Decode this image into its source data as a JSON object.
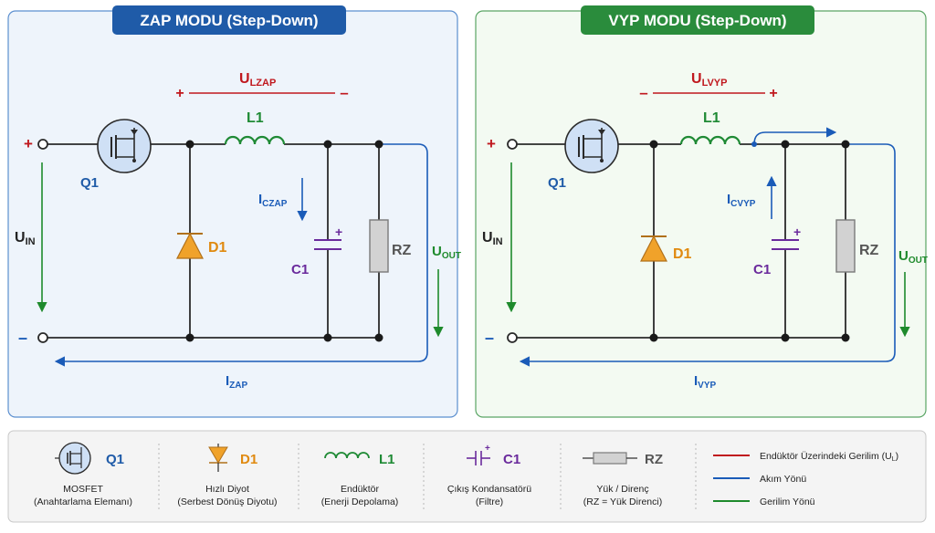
{
  "colors": {
    "voltage_red": "#c0181e",
    "current_blue": "#1a5bb8",
    "voltage_green": "#1e8a2c",
    "inductor_green": "#1f8a35",
    "cap_purple": "#6a2a9c",
    "diode_orange": "#f0a22a",
    "resistor_grey": "#8a8a8a",
    "left_title_bg": "#1f5ba8",
    "right_title_bg": "#2a8c3c",
    "left_panel_bg": "#eef4fb",
    "right_panel_bg": "#f3faf2",
    "wire": "#2a2a2a"
  },
  "left_panel": {
    "title": "ZAP MODU (Step-Down)",
    "ul_main": "U",
    "ul_sub": "LZAP",
    "ul_plus": "+",
    "ul_minus": "–",
    "input_plus": "+",
    "input_minus": "–",
    "uin_main": "U",
    "uin_sub": "IN",
    "q1": "Q1",
    "l1": "L1",
    "d1": "D1",
    "c1": "C1",
    "rz": "RZ",
    "cap_plus": "+",
    "ic_main": "I",
    "ic_sub": "CZAP",
    "uout_main": "U",
    "uout_sub": "OUT",
    "i_main": "I",
    "i_sub": "ZAP"
  },
  "right_panel": {
    "title": "VYP MODU (Step-Down)",
    "ul_main": "U",
    "ul_sub": "LVYP",
    "ul_minus": "–",
    "ul_plus": "+",
    "input_plus": "+",
    "input_minus": "–",
    "uin_main": "U",
    "uin_sub": "IN",
    "q1": "Q1",
    "l1": "L1",
    "d1": "D1",
    "c1": "C1",
    "rz": "RZ",
    "cap_plus": "+",
    "ic_main": "I",
    "ic_sub": "CVYP",
    "uout_main": "U",
    "uout_sub": "OUT",
    "i_main": "I",
    "i_sub": "VYP"
  },
  "legend": {
    "mosfet": {
      "symbol": "Q1",
      "line1": "MOSFET",
      "line2": "(Anahtarlama Elemanı)"
    },
    "diode": {
      "symbol": "D1",
      "line1": "Hızlı Diyot",
      "line2": "(Serbest Dönüş Diyotu)"
    },
    "inductor": {
      "symbol": "L1",
      "line1": "Endüktör",
      "line2": "(Enerji Depolama)"
    },
    "capacitor": {
      "symbol": "C1",
      "line1": "Çıkış Kondansatörü",
      "line2": "(Filtre)",
      "plus": "+"
    },
    "resistor": {
      "symbol": "RZ",
      "line1": "Yük / Direnç",
      "line2": "(RZ = Yük Direnci)"
    },
    "lines": [
      {
        "label": "Endüktör Üzerindeki Gerilim (U",
        "sub": "L",
        "after": ")",
        "color": "#c0181e"
      },
      {
        "label": "Akım Yönü",
        "color": "#1a5bb8"
      },
      {
        "label": "Gerilim Yönü",
        "color": "#1e8a2c"
      }
    ]
  }
}
